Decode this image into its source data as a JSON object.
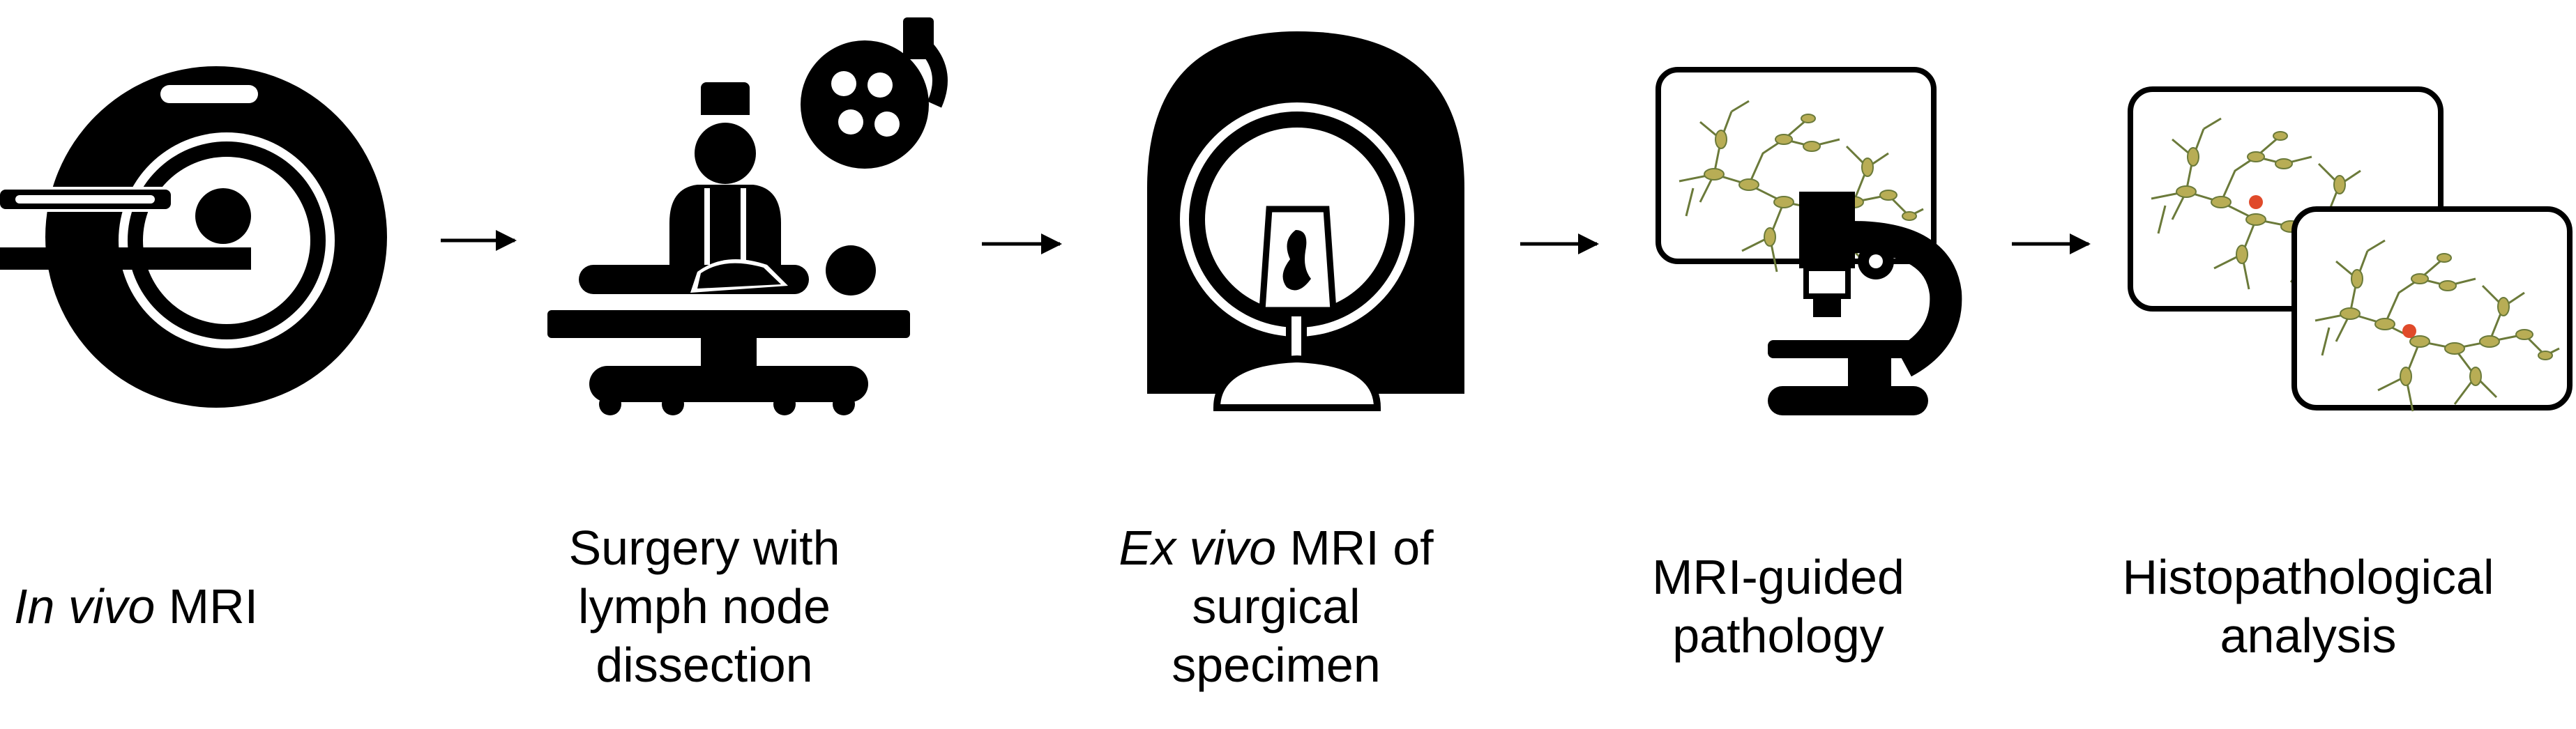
{
  "steps": [
    {
      "id": "in-vivo-mri",
      "icon": "mri-scanner-icon",
      "label_italic": "In vivo",
      "label_rest": " MRI"
    },
    {
      "id": "surgery",
      "icon": "surgeon-operating-icon",
      "label_lines": [
        "Surgery with",
        "lymph node",
        "dissection"
      ]
    },
    {
      "id": "ex-vivo-mri",
      "icon": "ex-vivo-scanner-icon",
      "label_italic": "Ex vivo",
      "label_rest": " MRI of",
      "label_lines": [
        "surgical",
        "specimen"
      ]
    },
    {
      "id": "mri-guided-pathology",
      "icon": "microscope-slide-icon",
      "label_lines": [
        "MRI-guided",
        "pathology"
      ]
    },
    {
      "id": "histopathological-analysis",
      "icon": "histology-slides-icon",
      "label_lines": [
        "Histopathological",
        "analysis"
      ]
    }
  ],
  "connector_icon": "right-arrow-icon",
  "colors": {
    "icon": "#000000",
    "tissue_stroke": "#6b7a3a",
    "node_fill": "#b8ad55",
    "highlight_node": "#e04a2a",
    "background": "#ffffff"
  }
}
